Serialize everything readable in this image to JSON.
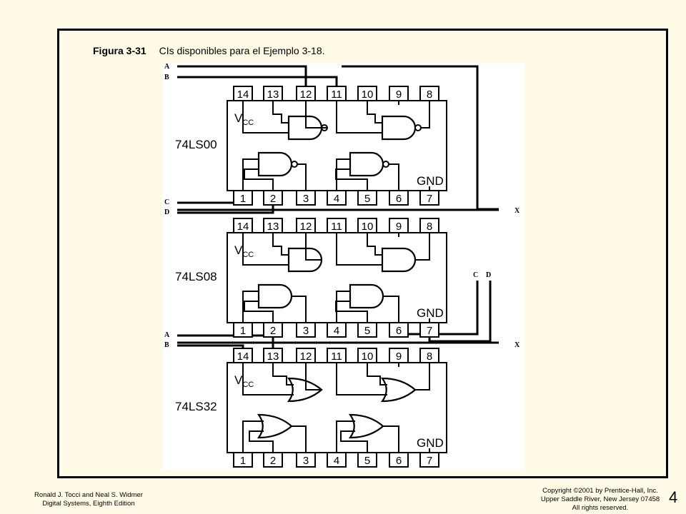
{
  "caption": {
    "figure": "Figura 3-31",
    "text": "CIs disponibles para el Ejemplo 3-18."
  },
  "chips": [
    {
      "name": "74LS00",
      "vcc": "V",
      "vcc_sub": "CC",
      "gnd": "GND",
      "gate": "nand",
      "top_pins": [
        "14",
        "13",
        "12",
        "11",
        "10",
        "9",
        "8"
      ],
      "bottom_pins": [
        "1",
        "2",
        "3",
        "4",
        "5",
        "6",
        "7"
      ]
    },
    {
      "name": "74LS08",
      "vcc": "V",
      "vcc_sub": "CC",
      "gnd": "GND",
      "gate": "and",
      "top_pins": [
        "14",
        "13",
        "12",
        "11",
        "10",
        "9",
        "8"
      ],
      "bottom_pins": [
        "1",
        "2",
        "3",
        "4",
        "5",
        "6",
        "7"
      ]
    },
    {
      "name": "74LS32",
      "vcc": "V",
      "vcc_sub": "CC",
      "gnd": "GND",
      "gate": "or",
      "top_pins": [
        "14",
        "13",
        "12",
        "11",
        "10",
        "9",
        "8"
      ],
      "bottom_pins": [
        "1",
        "2",
        "3",
        "4",
        "5",
        "6",
        "7"
      ]
    }
  ],
  "signals": {
    "a": "A",
    "b": "B",
    "c": "C",
    "d": "D",
    "x": "X"
  },
  "footer": {
    "author_line1": "Ronald J. Tocci and Neal S. Widmer",
    "author_line2": "Digital Systems, Eighth Edition",
    "copyright_line1": "Copyright ©2001 by Prentice-Hall, Inc.",
    "copyright_line2": "Upper Saddle River, New Jersey 07458",
    "copyright_line3": "All rights reserved.",
    "slide_number": "4"
  }
}
